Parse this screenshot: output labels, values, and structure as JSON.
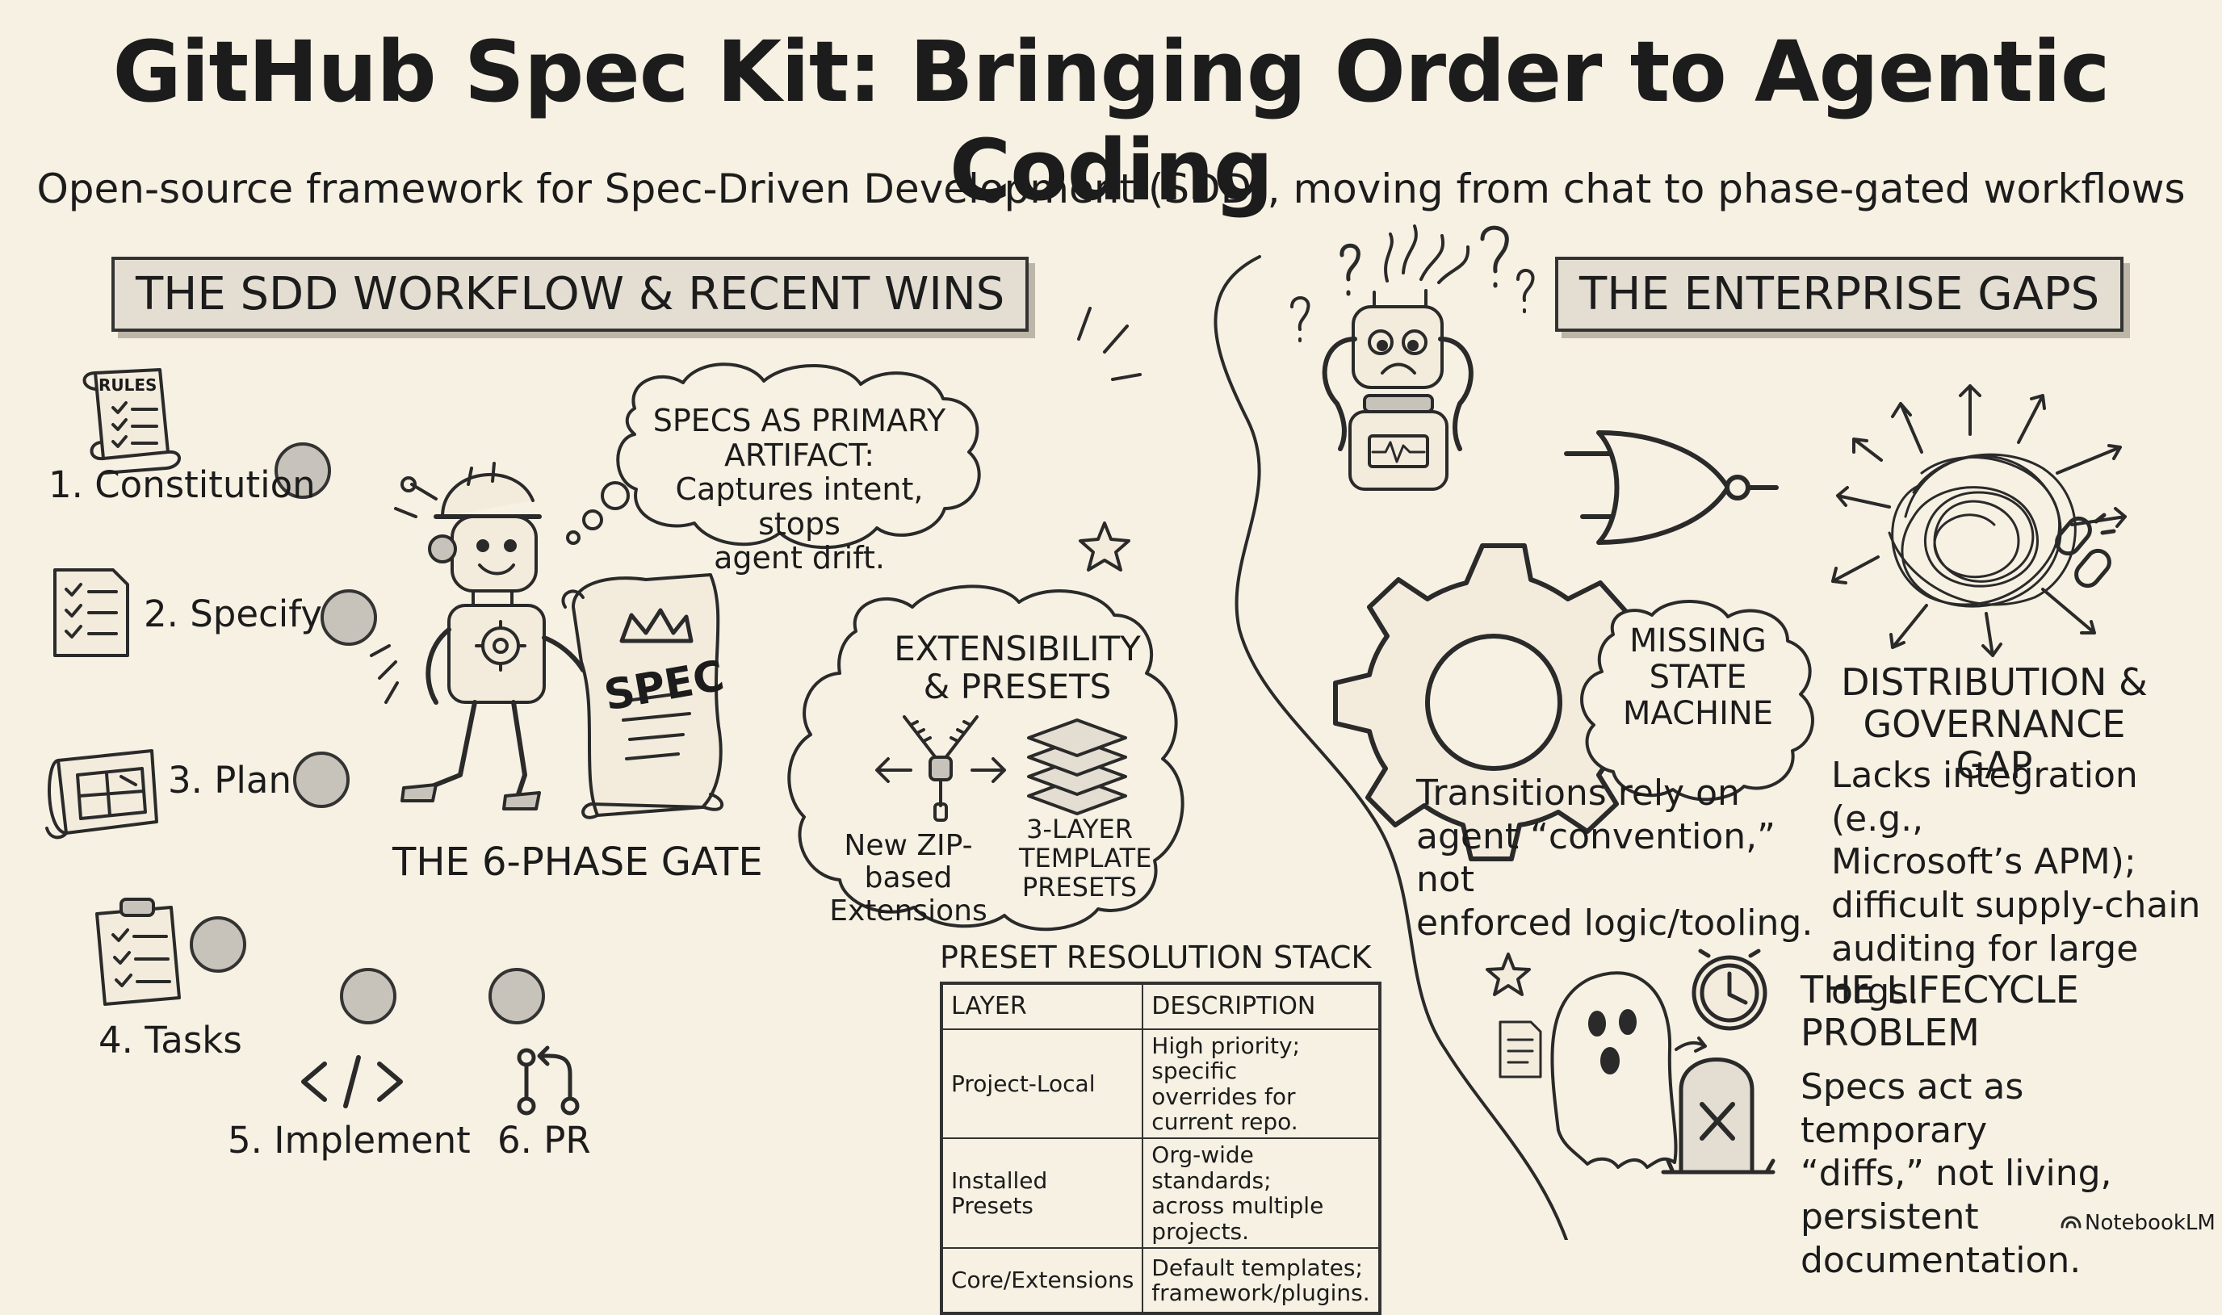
{
  "title": "GitHub Spec Kit: Bringing Order to Agentic Coding",
  "subtitle": "Open-source framework for Spec-Driven Development (SDD), moving from chat to phase-gated workflows",
  "left_section": {
    "banner": "THE SDD WORKFLOW & RECENT WINS",
    "rules_label": "RULES",
    "spec_label": "SPEC",
    "gate_label": "THE 6-PHASE GATE",
    "phases": [
      "1. Constitution",
      "2. Specify",
      "3. Plan",
      "4. Tasks",
      "5. Implement",
      "6. PR"
    ],
    "specs_bubble": [
      "SPECS AS PRIMARY ARTIFACT:",
      "Captures intent, stops",
      "agent drift."
    ],
    "extensibility": {
      "title": [
        "EXTENSIBILITY",
        "& PRESETS"
      ],
      "zip": [
        "New ZIP-based",
        "Extensions"
      ],
      "layers": [
        "3-LAYER",
        "TEMPLATE",
        "PRESETS"
      ]
    },
    "preset_table": {
      "title": "PRESET RESOLUTION STACK",
      "headers": [
        "LAYER",
        "DESCRIPTION"
      ],
      "rows": [
        {
          "layer": "Project-Local",
          "desc": [
            "High priority; specific",
            "overrides for current repo."
          ]
        },
        {
          "layer": "Installed Presets",
          "desc": [
            "Org-wide standards;",
            "across multiple projects."
          ]
        },
        {
          "layer": "Core/Extensions",
          "desc": [
            "Default templates;",
            "framework/plugins."
          ]
        }
      ]
    }
  },
  "right_section": {
    "banner": "THE ENTERPRISE GAPS",
    "state_machine": {
      "label": [
        "MISSING",
        "STATE",
        "MACHINE"
      ],
      "text": [
        "Transitions rely on",
        "agent “convention,” not",
        "enforced logic/tooling."
      ]
    },
    "governance": {
      "title": [
        "DISTRIBUTION &",
        "GOVERNANCE GAP"
      ],
      "text": [
        "Lacks integration (e.g.,",
        "Microsoft’s APM);",
        "difficult supply-chain",
        "auditing for large orgs."
      ]
    },
    "lifecycle": {
      "title": [
        "THE LIFECYCLE",
        "PROBLEM"
      ],
      "text": [
        "Specs act as temporary",
        "“diffs,” not living,",
        "persistent documentation."
      ]
    }
  },
  "footer": {
    "brand": "NotebookLM"
  },
  "colors": {
    "background": "#f7f1e3",
    "ink": "#1c1c1c",
    "banner": "#e4ded2",
    "node": "#c8c3ba"
  }
}
